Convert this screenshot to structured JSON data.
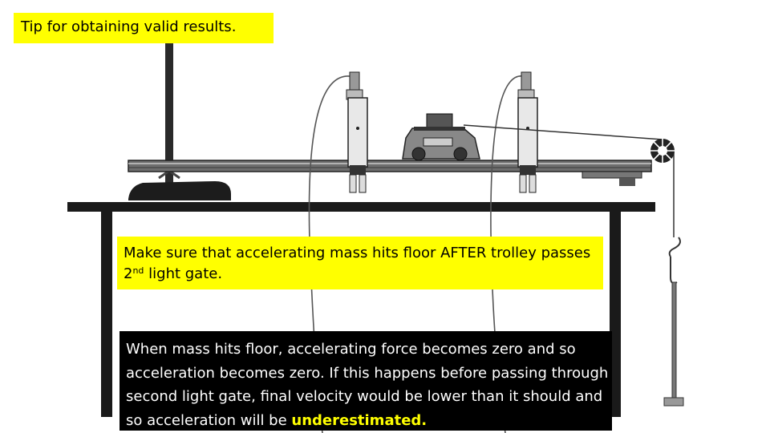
{
  "tip": {
    "text": "Tip for obtaining valid results."
  },
  "note": {
    "part1": "Make sure that accelerating mass hits floor AFTER trolley passes 2",
    "sup": "nd",
    "part2": " light gate."
  },
  "explanation": {
    "text": "When mass hits floor, accelerating force becomes zero and so acceleration becomes zero. If this happens before passing through second light gate,  final velocity would be lower than it should and so acceleration will be ",
    "emphasis": "underestimated."
  },
  "colors": {
    "highlight": "#ffff00",
    "explanation_bg": "#000000",
    "explanation_text": "#ffffff",
    "emphasis": "#ffff00"
  }
}
